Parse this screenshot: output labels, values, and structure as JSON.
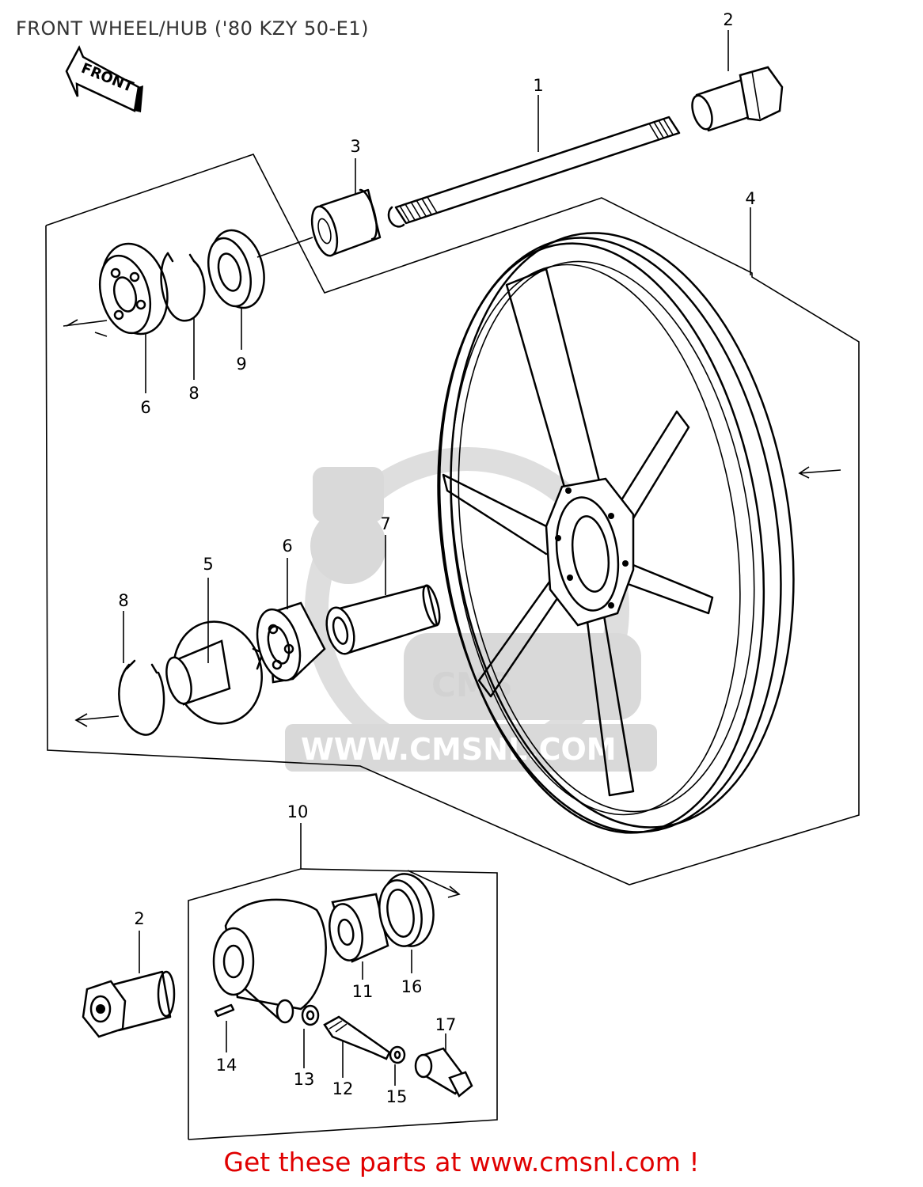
{
  "title": "FRONT WHEEL/HUB ('80 KZY 50-E1)",
  "front_arrow_label": "FRONT",
  "watermark": {
    "text": "WWW.CMSNL.COM",
    "logo_text": "CMS"
  },
  "callouts": {
    "c1": "1",
    "c2_top": "2",
    "c3": "3",
    "c4": "4",
    "c5": "5",
    "c6_top": "6",
    "c6_mid": "6",
    "c7": "7",
    "c8_top": "8",
    "c8_mid": "8",
    "c9": "9",
    "c10": "10",
    "c2_bottom": "2",
    "c11": "11",
    "c12": "12",
    "c13": "13",
    "c14": "14",
    "c15": "15",
    "c16": "16",
    "c17": "17"
  },
  "footer": {
    "link_text": "Get these parts at www.cmsnl.com !"
  },
  "colors": {
    "footer": "#e00000",
    "title": "#333333",
    "line": "#000000",
    "watermark": "#d9d9d9"
  }
}
